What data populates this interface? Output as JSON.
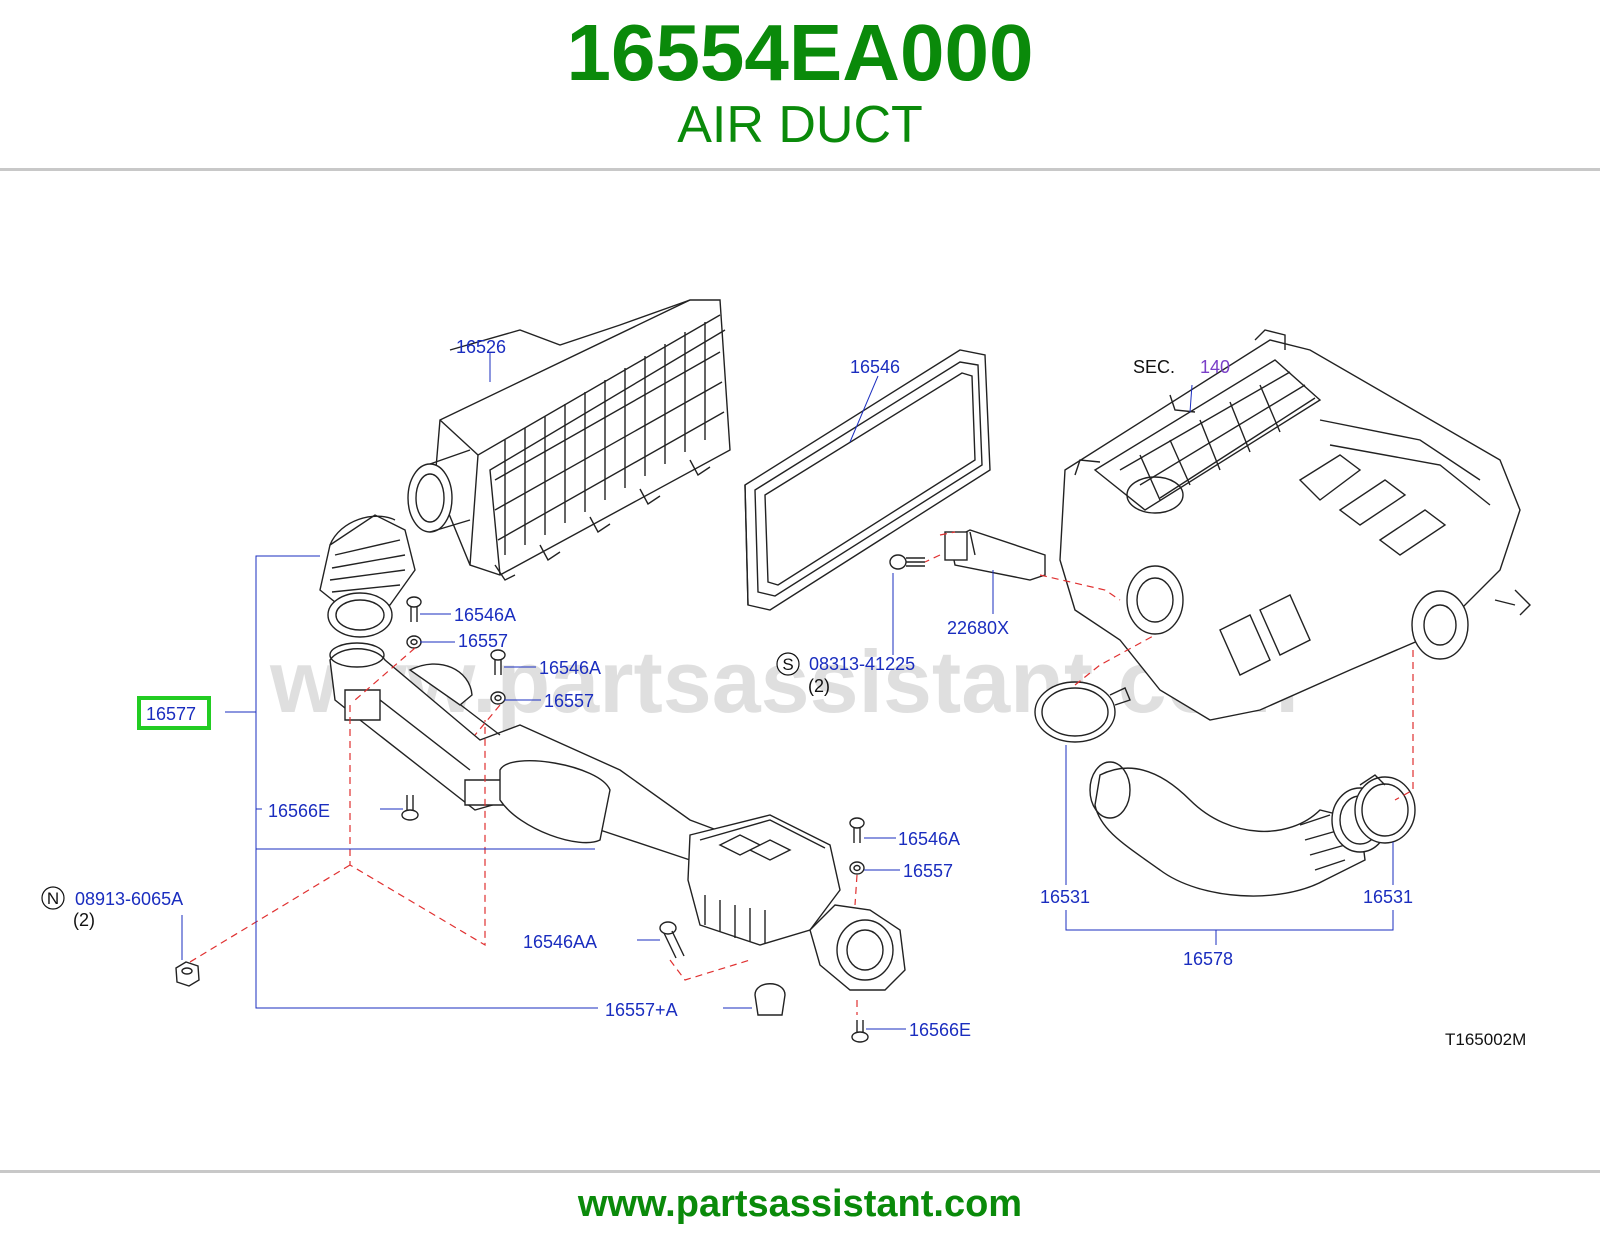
{
  "header": {
    "part_number": "16554EA000",
    "part_name": "AIR DUCT"
  },
  "watermark": "www.partsassistant.com",
  "footer": {
    "url": "www.partsassistant.com"
  },
  "diagram_code": "T165002M",
  "section_ref": {
    "prefix": "SEC.",
    "number": "140"
  },
  "callouts": {
    "c16526": "16526",
    "c16546_filter": "16546",
    "c16546A_1": "16546A",
    "c16557_1": "16557",
    "c16546A_2": "16546A",
    "c16557_2": "16557",
    "c16577": "16577",
    "c16566E_1": "16566E",
    "c16546A_3": "16546A",
    "c16557_3": "16557",
    "c16546AA": "16546AA",
    "c16557A": "16557+A",
    "c16566E_2": "16566E",
    "c22680X": "22680X",
    "c16531_1": "16531",
    "c16531_2": "16531",
    "c16578": "16578"
  },
  "fasteners": {
    "s_symbol": "S",
    "s_part": "08313-41225",
    "s_qty": "(2)",
    "n_symbol": "N",
    "n_part": "08913-6065A",
    "n_qty": "(2)"
  },
  "colors": {
    "brand_green": "#0a8a0a",
    "callout_blue": "#1a2dbf",
    "section_purple": "#7a3fc8",
    "highlight_green": "#22cc22",
    "dashed_red": "#e03030"
  }
}
